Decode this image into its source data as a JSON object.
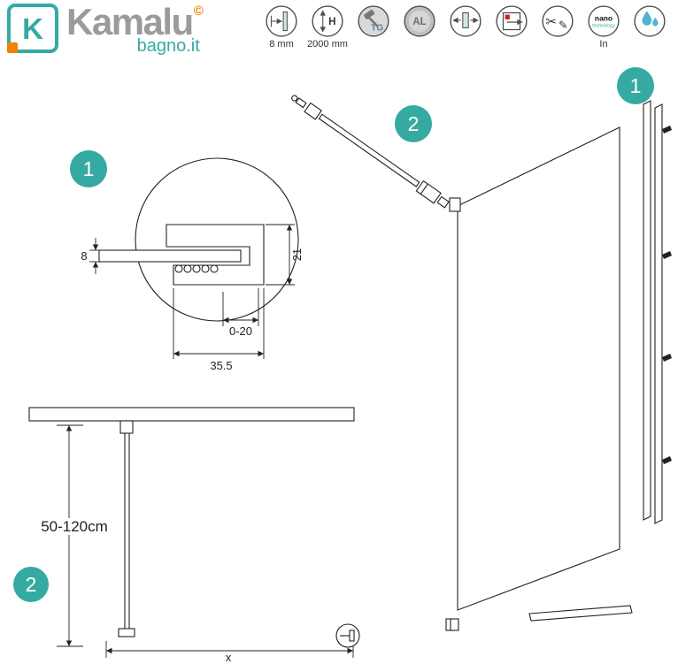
{
  "brand": {
    "name": "Kamalu",
    "domain": "bagno.it",
    "copyright": "©",
    "mark_letter": "K"
  },
  "header_icons": {
    "thickness_label": "8 mm",
    "height_label": "2000 mm",
    "height_glyph": "H",
    "tempered_glyph": "TG",
    "aluminum_glyph": "AL",
    "nano_line1": "nano",
    "nano_line2": "technology",
    "nano_label": "In",
    "cut_glyph": "✂",
    "pencil_glyph": "✎"
  },
  "callouts": {
    "section_detail": "1",
    "support_arm": "2",
    "wall_profile": "1",
    "plan_view": "2"
  },
  "dimensions": {
    "glass_thickness": "8",
    "profile_depth": "21",
    "insert_range": "0-20",
    "profile_width": "35.5",
    "height_range": "50-120cm",
    "width": "x"
  },
  "colors": {
    "teal": "#35aaa3",
    "orange": "#f08300",
    "logo_gray": "#9b9b9b",
    "line": "#222222",
    "red": "#c22222",
    "drop_blue": "#4ab5d2"
  }
}
